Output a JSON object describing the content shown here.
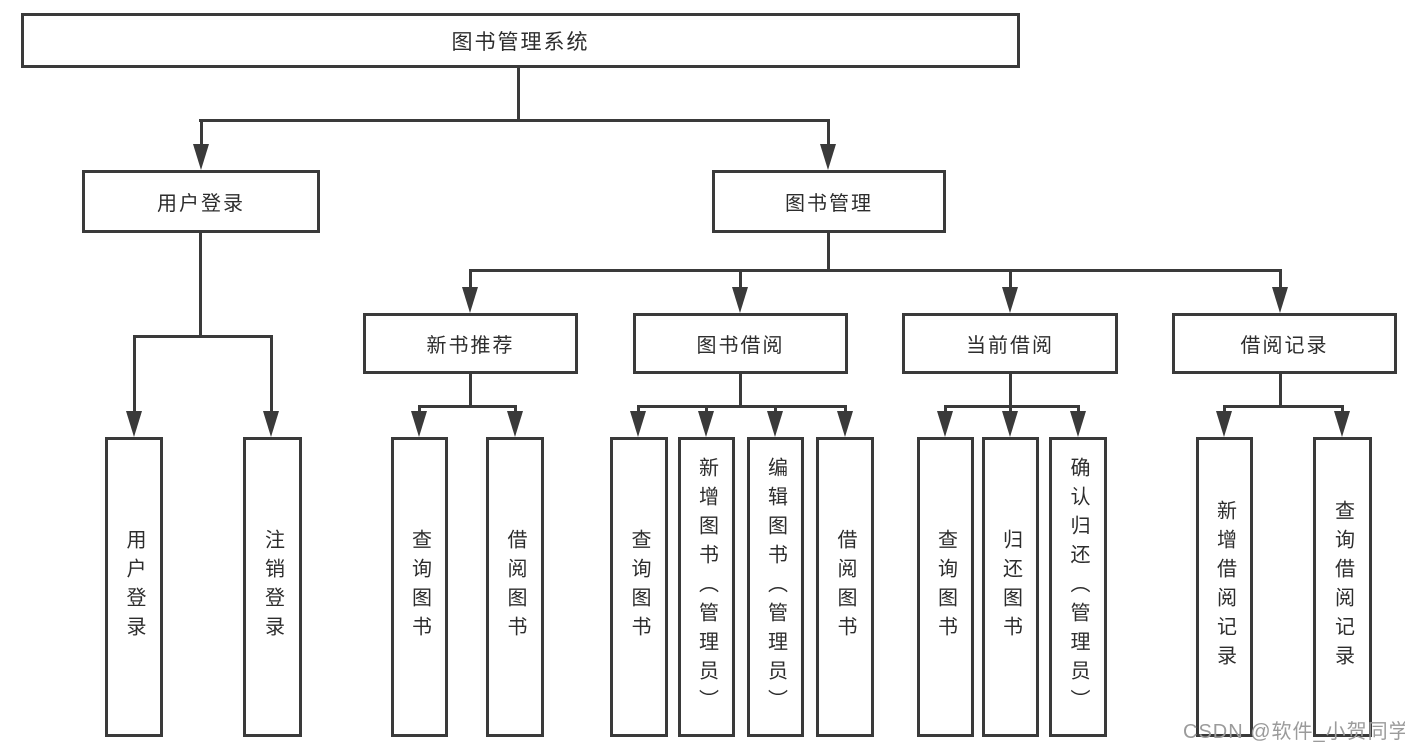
{
  "diagram": {
    "line_color": "#3a3a3a",
    "box_border_color": "#3a3a3a",
    "box_fill": "#ffffff",
    "text_color": "#2d2d2d"
  },
  "nodes": {
    "root": "图书管理系统",
    "user_login": "用户登录",
    "book_management": "图书管理",
    "new_book_recommend": "新书推荐",
    "book_borrow": "图书借阅",
    "current_borrow": "当前借阅",
    "borrow_records": "借阅记录",
    "leaf_user_login": "用户登录",
    "leaf_logout": "注销登录",
    "leaf_rec_query_book": "查询图书",
    "leaf_rec_borrow_book": "借阅图书",
    "leaf_bb_query_book": "查询图书",
    "leaf_bb_add_book": "新增图书（管理员）",
    "leaf_bb_edit_book": "编辑图书（管理员）",
    "leaf_bb_borrow_book": "借阅图书",
    "leaf_cur_query_book": "查询图书",
    "leaf_cur_return_book": "归还图书",
    "leaf_cur_confirm_return": "确认归还（管理员）",
    "leaf_add_borrow_record": "新增借阅记录",
    "leaf_query_borrow_record": "查询借阅记录"
  },
  "watermark": {
    "text": "CSDN @软件_小贺同学",
    "color": "#9b9b9b"
  }
}
